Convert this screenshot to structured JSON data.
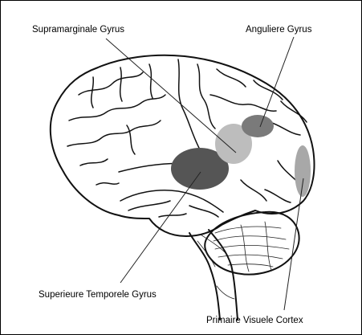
{
  "diagram": {
    "labels": {
      "supramarginal": "Supramarginale Gyrus",
      "angular": "Anguliere Gyrus",
      "superior_temporal": "Superieure Temporele Gyrus",
      "primary_visual": "Primaire Visuele Cortex"
    },
    "region_colors": {
      "supramarginal": "#bdbdbd",
      "angular": "#7a7a7a",
      "superior_temporal": "#555555",
      "primary_visual": "#a8a8a8"
    }
  }
}
